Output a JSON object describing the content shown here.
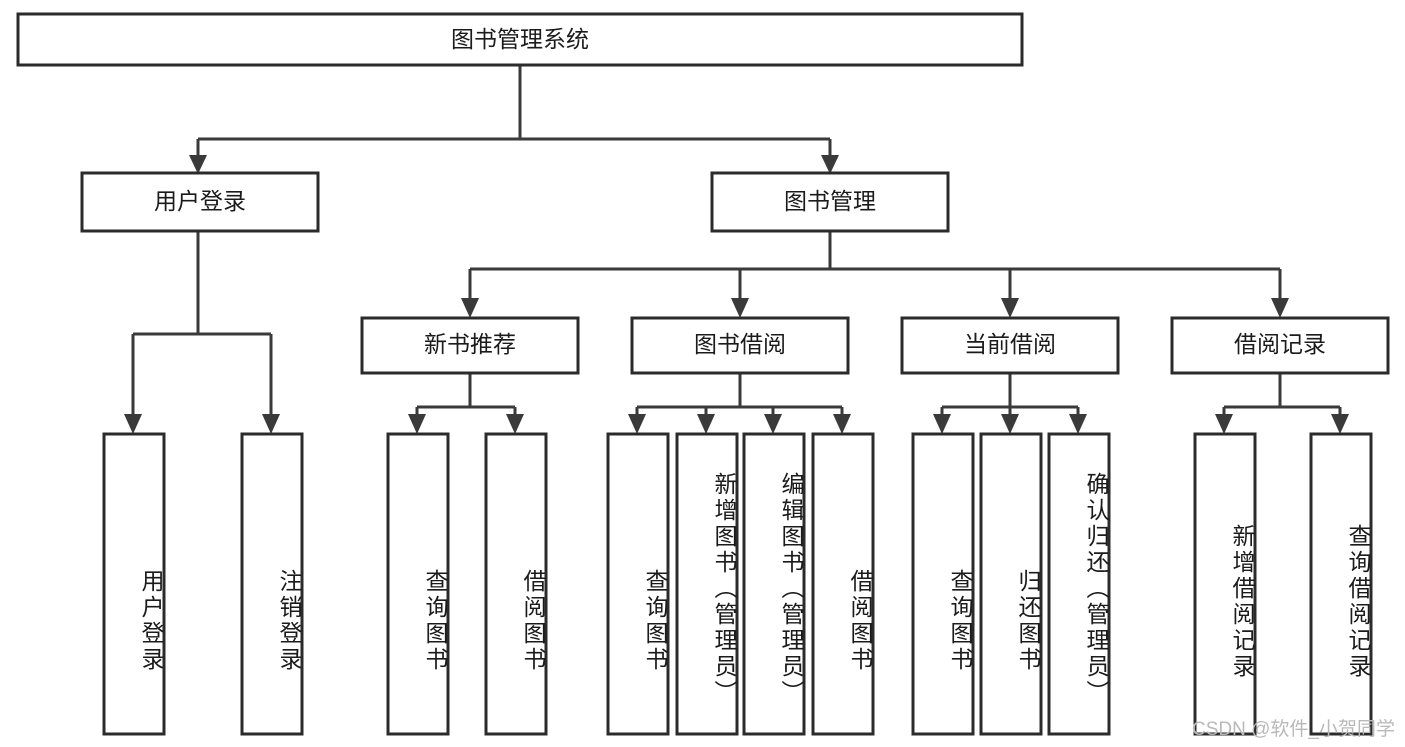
{
  "diagram": {
    "type": "tree-hierarchy-diagram",
    "title": "图书管理系统",
    "orientation": "top-down",
    "levels": 4,
    "nodes": {
      "root": {
        "label": "图书管理系统",
        "level": 0,
        "text_direction": "horizontal"
      },
      "l1": [
        {
          "id": "user-login",
          "label": "用户登录",
          "text_direction": "horizontal"
        },
        {
          "id": "book-manage",
          "label": "图书管理",
          "text_direction": "horizontal"
        }
      ],
      "l2": [
        {
          "id": "new-book-recommend",
          "label": "新书推荐",
          "parent": "book-manage",
          "text_direction": "horizontal"
        },
        {
          "id": "book-borrow",
          "label": "图书借阅",
          "parent": "book-manage",
          "text_direction": "horizontal"
        },
        {
          "id": "current-borrow",
          "label": "当前借阅",
          "parent": "book-manage",
          "text_direction": "horizontal"
        },
        {
          "id": "borrow-record",
          "label": "借阅记录",
          "parent": "book-manage",
          "text_direction": "horizontal"
        }
      ],
      "l3": [
        {
          "id": "leaf-user-login",
          "label": "用户登录",
          "parent": "user-login",
          "text_direction": "vertical"
        },
        {
          "id": "leaf-logout",
          "label": "注销登录",
          "parent": "user-login",
          "text_direction": "vertical"
        },
        {
          "id": "leaf-query-book-1",
          "label": "查询图书",
          "parent": "new-book-recommend",
          "text_direction": "vertical"
        },
        {
          "id": "leaf-borrow-book-1",
          "label": "借阅图书",
          "parent": "new-book-recommend",
          "text_direction": "vertical"
        },
        {
          "id": "leaf-query-book-2",
          "label": "查询图书",
          "parent": "book-borrow",
          "text_direction": "vertical"
        },
        {
          "id": "leaf-add-book",
          "label": "新增图书（管理员）",
          "parent": "book-borrow",
          "text_direction": "vertical"
        },
        {
          "id": "leaf-edit-book",
          "label": "编辑图书（管理员）",
          "parent": "book-borrow",
          "text_direction": "vertical"
        },
        {
          "id": "leaf-borrow-book-2",
          "label": "借阅图书",
          "parent": "book-borrow",
          "text_direction": "vertical"
        },
        {
          "id": "leaf-query-book-3",
          "label": "查询图书",
          "parent": "current-borrow",
          "text_direction": "vertical"
        },
        {
          "id": "leaf-return-book",
          "label": "归还图书",
          "parent": "current-borrow",
          "text_direction": "vertical"
        },
        {
          "id": "leaf-confirm-return",
          "label": "确认归还（管理员）",
          "parent": "current-borrow",
          "text_direction": "vertical"
        },
        {
          "id": "leaf-add-record",
          "label": "新增借阅记录",
          "parent": "borrow-record",
          "text_direction": "vertical"
        },
        {
          "id": "leaf-query-record",
          "label": "查询借阅记录",
          "parent": "borrow-record",
          "text_direction": "vertical"
        }
      ]
    },
    "colors": {
      "box_stroke": "#2b2b2b",
      "box_fill": "#ffffff",
      "edge": "#3a3a3a",
      "text": "#1b1b1b",
      "watermark": "#b9b9b9",
      "background": "#ffffff"
    }
  },
  "watermark": {
    "text": "CSDN @软件_小贺同学"
  }
}
